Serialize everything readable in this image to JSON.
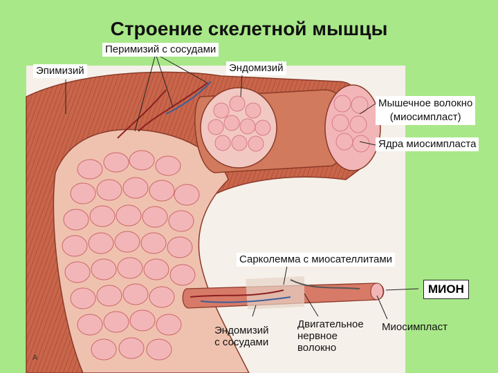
{
  "title": "Строение скелетной мышцы",
  "labels": {
    "perimysium": "Перимизий с сосудами",
    "epimysium": "Эпимизий",
    "endomysium": "Эндомизий",
    "fiber_line1": "Мышечное волокно",
    "fiber_line2": "(миосимпласт)",
    "nuclei": "Ядра миосимпласта",
    "sarcolemma": "Сарколемма с миосателлитами",
    "myon": "МИОН",
    "endo_vessels_line1": "Эндомизий",
    "endo_vessels_line2": "с сосудами",
    "motor_nerve_line1": "Двигательное",
    "motor_nerve_line2": "нервное",
    "motor_nerve_line3": "волокно",
    "myosymplast": "Миосимпласт",
    "corner_letter": "A"
  },
  "colors": {
    "background": "#a9e889",
    "muscle": "#c8654a",
    "fiber_fill": "#f2b6b8",
    "fiber_edge": "#d9798a",
    "nucleus": "#c07fa6"
  }
}
